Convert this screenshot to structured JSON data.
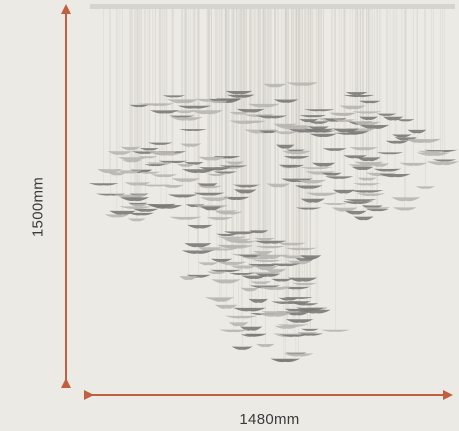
{
  "dimensions": {
    "height_label": "1500mm",
    "width_label": "1480mm"
  },
  "colors": {
    "background": "#eceae4",
    "arrow": "#c0603f",
    "canopy": "#d6d4cf",
    "wire": "#cfcdc7",
    "element_dark": "#7b7a77",
    "element_light": "#b8b6b1"
  },
  "product": {
    "type": "chandelier-elevation",
    "element_icon": "glass-leaf-icon"
  }
}
